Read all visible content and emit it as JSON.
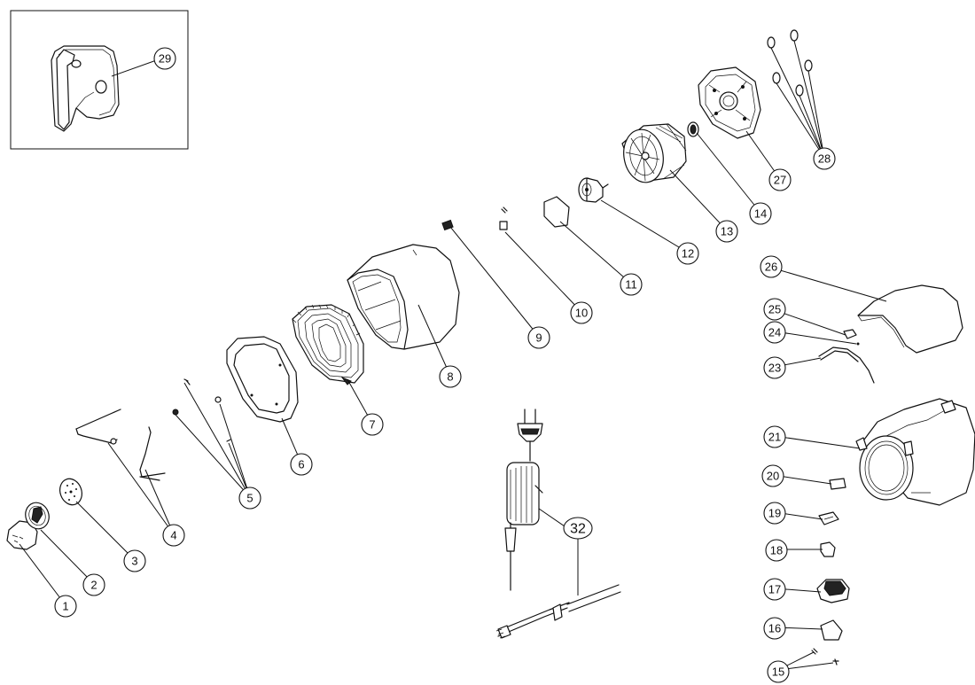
{
  "callouts": [
    {
      "id": "1",
      "label": "1"
    },
    {
      "id": "2",
      "label": "2"
    },
    {
      "id": "3",
      "label": "3"
    },
    {
      "id": "4",
      "label": "4"
    },
    {
      "id": "5",
      "label": "5"
    },
    {
      "id": "6",
      "label": "6"
    },
    {
      "id": "7",
      "label": "7"
    },
    {
      "id": "8",
      "label": "8"
    },
    {
      "id": "9",
      "label": "9"
    },
    {
      "id": "10",
      "label": "10"
    },
    {
      "id": "11",
      "label": "11"
    },
    {
      "id": "12",
      "label": "12"
    },
    {
      "id": "13",
      "label": "13"
    },
    {
      "id": "14",
      "label": "14"
    },
    {
      "id": "15",
      "label": "15"
    },
    {
      "id": "16",
      "label": "16"
    },
    {
      "id": "17",
      "label": "17"
    },
    {
      "id": "18",
      "label": "18"
    },
    {
      "id": "19",
      "label": "19"
    },
    {
      "id": "20",
      "label": "20"
    },
    {
      "id": "21",
      "label": "21"
    },
    {
      "id": "23",
      "label": "23"
    },
    {
      "id": "24",
      "label": "24"
    },
    {
      "id": "25",
      "label": "25"
    },
    {
      "id": "26",
      "label": "26"
    },
    {
      "id": "27",
      "label": "27"
    },
    {
      "id": "28",
      "label": "28"
    },
    {
      "id": "29",
      "label": "29"
    },
    {
      "id": "32",
      "label": "32"
    }
  ]
}
